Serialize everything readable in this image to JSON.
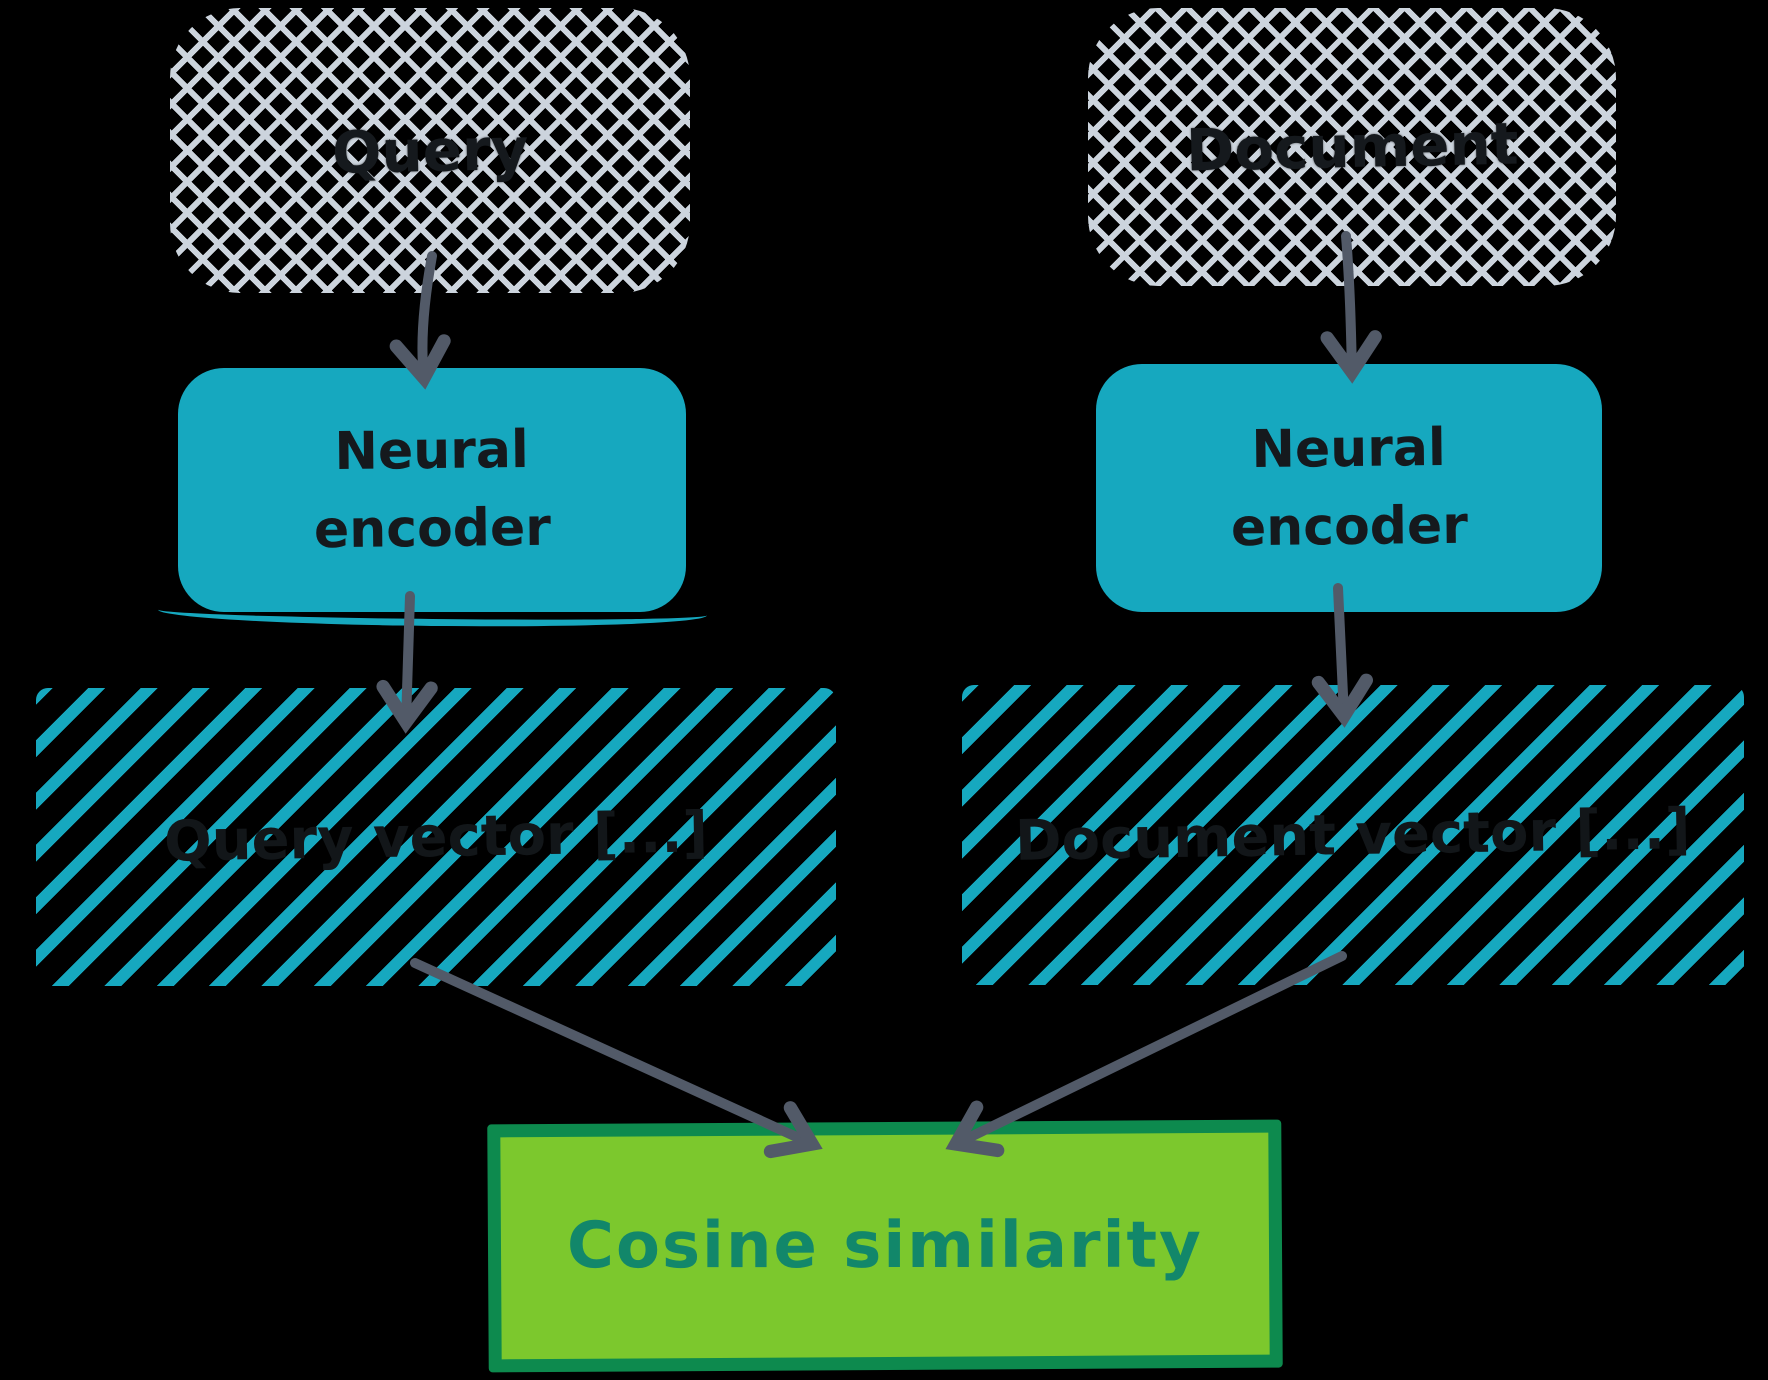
{
  "diagram": {
    "description": "Bi-encoder semantic search architecture sketch",
    "nodes": {
      "query": {
        "label": "Query"
      },
      "document": {
        "label": "Document"
      },
      "encoders": [
        {
          "label": "Neural encoder"
        },
        {
          "label": "Neural encoder"
        }
      ],
      "query_vector": {
        "label": "Query vector [...]"
      },
      "document_vector": {
        "label": "Document vector [...]"
      },
      "cosine": {
        "label": "Cosine similarity"
      }
    },
    "edges": [
      {
        "from": "query",
        "to": "encoder-left"
      },
      {
        "from": "document",
        "to": "encoder-right"
      },
      {
        "from": "encoder-left",
        "to": "query-vector"
      },
      {
        "from": "encoder-right",
        "to": "document-vector"
      },
      {
        "from": "query-vector",
        "to": "cosine"
      },
      {
        "from": "document-vector",
        "to": "cosine"
      }
    ],
    "colors": {
      "background": "#000000",
      "crosshatch_gray": "#ccd4dd",
      "teal": "#16a8bf",
      "arrow_gray": "#525a68",
      "cosine_fill": "#7cc82d",
      "cosine_border": "#0d8a4e",
      "cosine_text": "#12876a",
      "dark_text": "#15191d"
    }
  }
}
